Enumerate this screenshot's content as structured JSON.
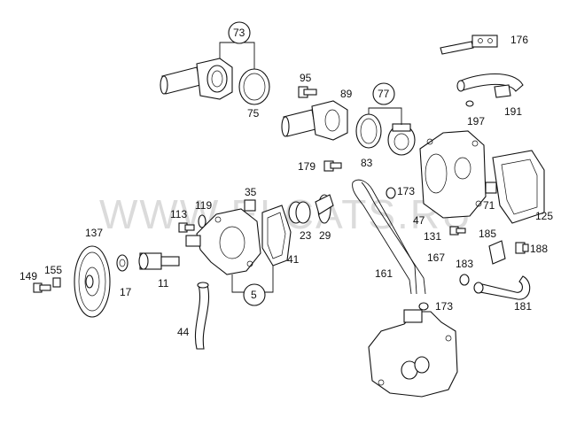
{
  "watermark": "WWW.ELCATS.RU",
  "callouts": {
    "c73": "73",
    "c75": "75",
    "c95": "95",
    "c89": "89",
    "c77": "77",
    "c176": "176",
    "c191": "191",
    "c197": "197",
    "c179": "179",
    "c83": "83",
    "c173a": "173",
    "c47": "47",
    "c71": "71",
    "c125": "125",
    "c35": "35",
    "c119": "119",
    "c113": "113",
    "c23": "23",
    "c29": "29",
    "c41": "41",
    "c137": "137",
    "c155": "155",
    "c149": "149",
    "c17": "17",
    "c11": "11",
    "c5": "5",
    "c44": "44",
    "c131": "131",
    "c185": "185",
    "c188": "188",
    "c167": "167",
    "c183": "183",
    "c161": "161",
    "c173b": "173",
    "c181": "181"
  }
}
